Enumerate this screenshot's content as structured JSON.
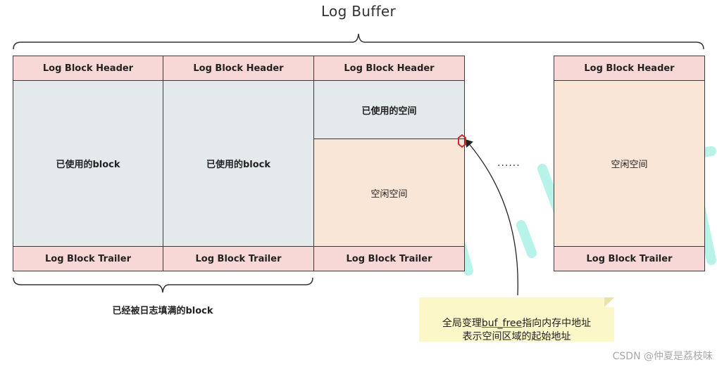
{
  "title": "Log Buffer",
  "blocks": [
    {
      "header": "Log Block Header",
      "content": "已使用的block",
      "trailer": "Log Block Trailer"
    },
    {
      "header": "Log Block Header",
      "content": "已使用的block",
      "trailer": "Log Block Trailer"
    },
    {
      "header": "Log Block Header",
      "used": "已使用的空间",
      "free": "空闲空间",
      "trailer": "Log Block Trailer"
    },
    {
      "header": "Log Block Header",
      "free": "空闲空间",
      "trailer": "Log Block Trailer"
    }
  ],
  "ellipsis": "......",
  "filled_blocks_label": "已经被日志填满的block",
  "note": {
    "line1_prefix": "全局变理",
    "line1_var": "buf_free",
    "line1_suffix": "指向内存中地址",
    "line2": "表示空间区域的起始地址"
  },
  "watermark": "CSDN @仲夏是荔枝味",
  "colors": {
    "header": "#f8d8d7",
    "used": "#e4e9ec",
    "free": "#fae6d6",
    "note": "#fbf7c8",
    "pointer": "#d62828",
    "watermark_shape": "#7fe8d6"
  }
}
